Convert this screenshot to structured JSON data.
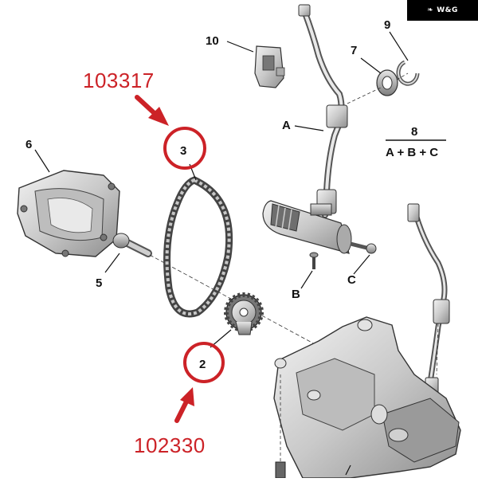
{
  "watermark": "W&G",
  "part_numbers": {
    "upper": "103317",
    "lower": "102330"
  },
  "callouts": {
    "c10": "10",
    "c9": "9",
    "c7": "7",
    "cA": "A",
    "c8": "8",
    "formula": "A + B + C",
    "c6": "6",
    "c3": "3",
    "c5": "5",
    "cB": "B",
    "cC": "C",
    "c2": "2"
  },
  "colors": {
    "accent_red": "#cc2227",
    "line": "#111111",
    "part_fill": "#d7d7d7",
    "part_dark": "#8a8a8a"
  }
}
